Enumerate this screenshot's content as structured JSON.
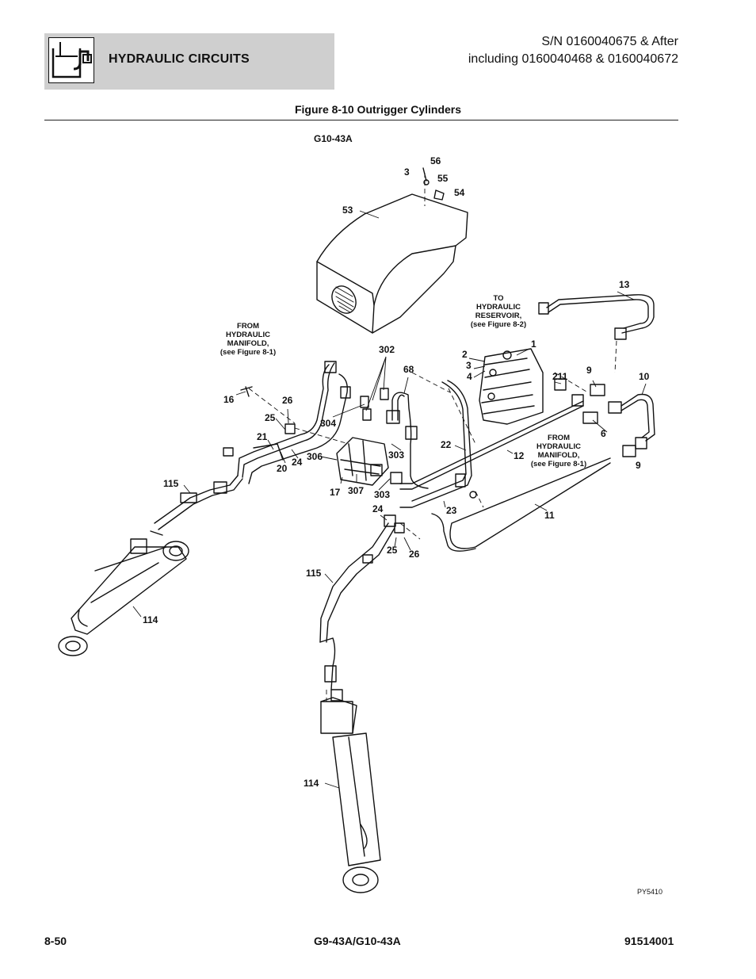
{
  "header": {
    "section": "HYDRAULIC CIRCUITS",
    "icon": "hydraulic-reservoir-icon",
    "serial_line1": "S/N 0160040675 & After",
    "serial_line2": "including 0160040468 & 0160040672"
  },
  "figure": {
    "title": "Figure 8-10 Outrigger Cylinders",
    "model": "G10-43A",
    "image_code": "PY5410"
  },
  "notes": {
    "manifold_left": "FROM\nHYDRAULIC\nMANIFOLD,\n(see Figure 8-1)",
    "reservoir": "TO\nHYDRAULIC\nRESERVOIR,\n(see Figure 8-2)",
    "manifold_right": "FROM\nHYDRAULIC\nMANIFOLD,\n(see Figure 8-1)"
  },
  "callouts": [
    "56",
    "3",
    "55",
    "54",
    "53",
    "13",
    "1",
    "2",
    "3",
    "4",
    "211",
    "9",
    "10",
    "302",
    "68",
    "16",
    "26",
    "25",
    "304",
    "21",
    "24",
    "20",
    "306",
    "303",
    "22",
    "12",
    "6",
    "9",
    "115",
    "17",
    "307",
    "303",
    "23",
    "11",
    "24",
    "25",
    "26",
    "115",
    "114",
    "114"
  ],
  "footer": {
    "page": "8-50",
    "model": "G9-43A/G10-43A",
    "part": "91514001"
  }
}
